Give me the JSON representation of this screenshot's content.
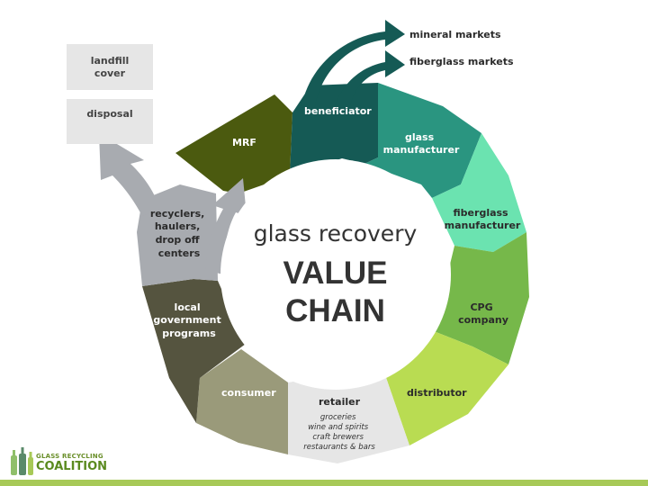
{
  "side_boxes": {
    "landfill": [
      "landfill",
      "cover"
    ],
    "disposal": "disposal"
  },
  "markets": {
    "mineral": "mineral markets",
    "fiberglass": "fiberglass markets"
  },
  "title": {
    "line1": "glass recovery",
    "line2": "VALUE",
    "line3": "CHAIN"
  },
  "segments": {
    "beneficiator": "beneficiator",
    "glass_manufacturer": [
      "glass",
      "manufacturer"
    ],
    "fiberglass_manufacturer": [
      "fiberglass",
      "manufacturer"
    ],
    "cpg_company": [
      "CPG",
      "company"
    ],
    "distributor": "distributor",
    "retailer": "retailer",
    "retailer_examples": [
      "groceries",
      "wine and spirits",
      "craft brewers",
      "restaurants & bars"
    ],
    "consumer": "consumer",
    "local_government": [
      "local",
      "government",
      "programs"
    ],
    "recyclers": [
      "recyclers,",
      "haulers,",
      "drop off",
      "centers"
    ],
    "mrf": "MRF"
  },
  "colors": {
    "mrf": "#4b5a0f",
    "beneficiator": "#155a55",
    "glass_manufacturer": "#2a9580",
    "fiberglass_manufacturer": "#6be3b0",
    "cpg_company": "#76b84a",
    "distributor": "#b9dc52",
    "retailer": "#e6e6e6",
    "consumer": "#9a9a7a",
    "local_government": "#55543f",
    "recyclers": "#a8abb0"
  },
  "logo": {
    "line1": "GLASS RECYCLING",
    "line2": "COALITION"
  }
}
